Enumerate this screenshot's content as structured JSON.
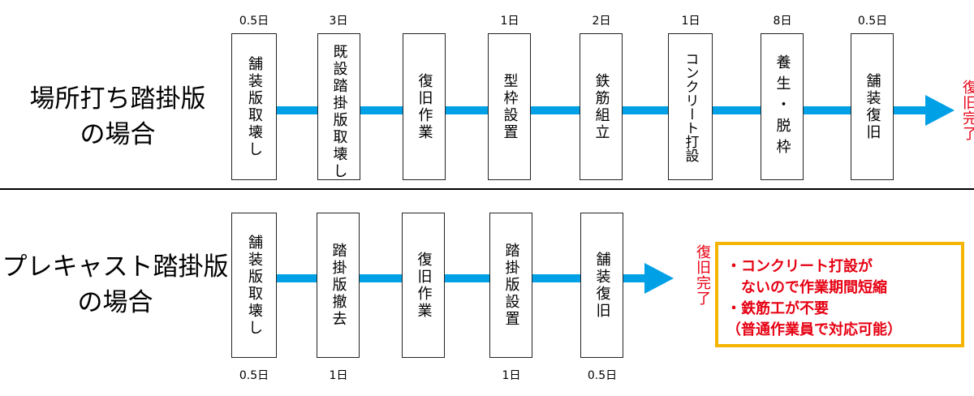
{
  "top": {
    "title_lines": [
      "場所打ち踏掛版",
      "の場合"
    ],
    "steps": [
      {
        "label": "舗装版取壊し",
        "duration": "0.5日"
      },
      {
        "label": "既設踏掛版取壊し",
        "duration": "3日"
      },
      {
        "label": "復旧作業",
        "duration": ""
      },
      {
        "label": "型枠設置",
        "duration": "1日"
      },
      {
        "label": "鉄筋組立",
        "duration": "2日"
      },
      {
        "label": "コンクリート打設",
        "duration": "1日"
      },
      {
        "label": "養生・脱枠",
        "duration": "8日"
      },
      {
        "label": "舗装復旧",
        "duration": "0.5日"
      }
    ],
    "done_label": "復旧完了"
  },
  "bottom": {
    "title_lines": [
      "プレキャスト踏掛版",
      "の場合"
    ],
    "steps": [
      {
        "label": "舗装版取壊し",
        "duration": "0.5日"
      },
      {
        "label": "踏掛版撤去",
        "duration": "1日"
      },
      {
        "label": "復旧作業",
        "duration": ""
      },
      {
        "label": "踏掛版設置",
        "duration": "1日"
      },
      {
        "label": "舗装復旧",
        "duration": "0.5日"
      }
    ],
    "done_label": "復旧完了"
  },
  "note": {
    "lines": [
      "・コンクリート打設が",
      "　ないので作業期間短縮",
      "・鉄筋工が不要",
      "（普通作業員で対応可能）"
    ]
  },
  "colors": {
    "arrow": "#00a0e6",
    "emphasis": "#e60012",
    "note_border": "#f5b400"
  }
}
